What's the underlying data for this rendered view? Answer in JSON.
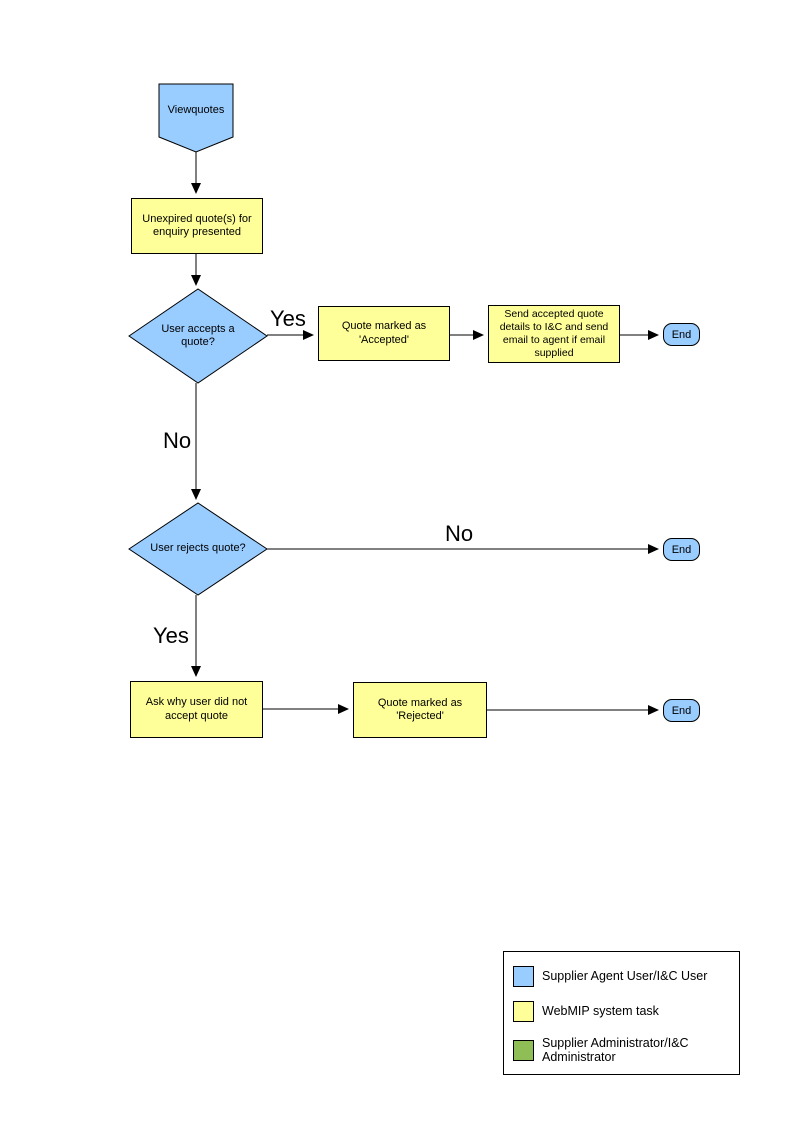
{
  "diagram": {
    "nodes": {
      "start": {
        "label": "Viewquotes"
      },
      "unexpired": {
        "label": "Unexpired quote(s) for enquiry presented"
      },
      "accept_decision": {
        "label": "User accepts a quote?"
      },
      "marked_accepted": {
        "label": "Quote marked as 'Accepted'"
      },
      "send_details": {
        "label": "Send accepted quote details to I&C and send email to agent if email supplied"
      },
      "end1": {
        "label": "End"
      },
      "reject_decision": {
        "label": "User rejects quote?"
      },
      "end2": {
        "label": "End"
      },
      "ask_why": {
        "label": "Ask why user did not accept quote"
      },
      "marked_rejected": {
        "label": "Quote marked as 'Rejected'"
      },
      "end3": {
        "label": "End"
      }
    },
    "edge_labels": {
      "yes_accept": "Yes",
      "no_accept": "No",
      "no_reject": "No",
      "yes_reject": "Yes"
    },
    "colors": {
      "user_node": "#99CCFF",
      "system_node": "#FFFF99",
      "admin_node": "#8FBE56",
      "line": "#000000"
    },
    "legend": {
      "items": [
        {
          "swatch": "#99CCFF",
          "label": "Supplier Agent User/I&C User"
        },
        {
          "swatch": "#FFFF99",
          "label": "WebMIP system task"
        },
        {
          "swatch": "#8FBE56",
          "label": "Supplier Administrator/I&C Administrator"
        }
      ]
    }
  }
}
